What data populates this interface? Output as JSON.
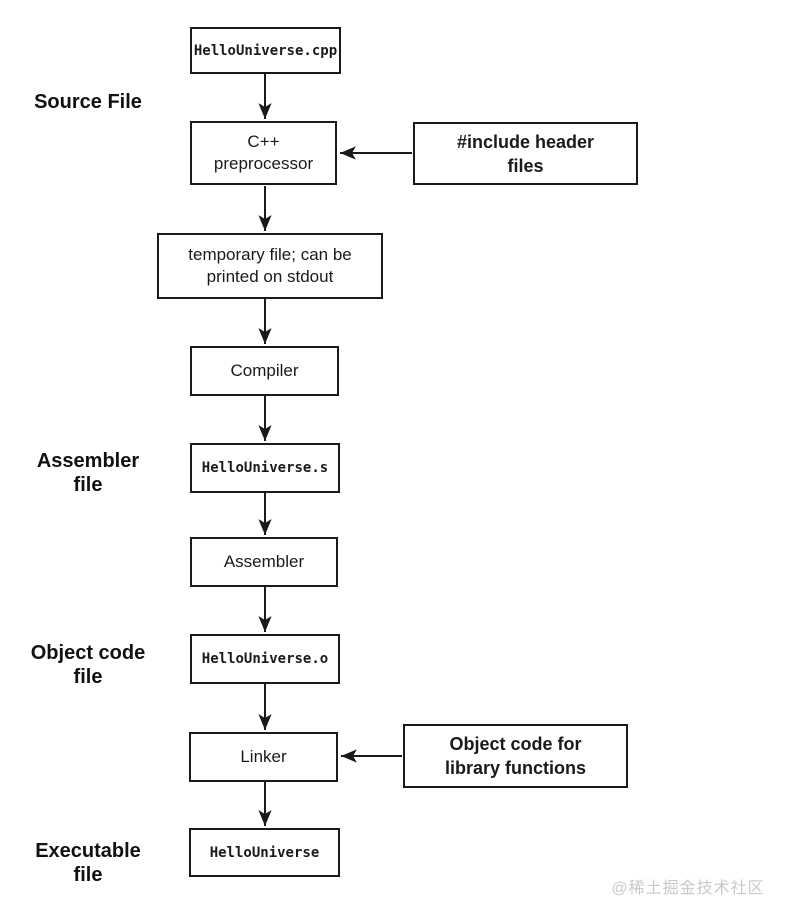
{
  "diagram": {
    "type": "flowchart",
    "topic": "C++ compilation pipeline",
    "ink_color": "#1a1a1a",
    "background_color": "#ffffff",
    "nodes": {
      "source_cpp": "HelloUniverse.cpp",
      "preprocessor": "C++\npreprocessor",
      "temp_file": "temporary file; can be\nprinted on stdout",
      "compiler": "Compiler",
      "assembler_s": "HelloUniverse.s",
      "assembler": "Assembler",
      "object_o": "HelloUniverse.o",
      "linker": "Linker",
      "executable": "HelloUniverse"
    },
    "callouts": {
      "include_headers": "#include header\nfiles",
      "object_library": "Object code for\nlibrary functions"
    },
    "stage_labels": {
      "source_file": "Source File",
      "assembler_file": "Assembler\nfile",
      "object_code_file": "Object code\nfile",
      "executable_file": "Executable\nfile"
    },
    "edges": [
      "source_cpp -> preprocessor",
      "include_headers -> preprocessor",
      "preprocessor -> temp_file",
      "temp_file -> compiler",
      "compiler -> assembler_s",
      "assembler_s -> assembler",
      "assembler -> object_o",
      "object_o -> linker",
      "object_library -> linker",
      "linker -> executable"
    ]
  },
  "watermark": {
    "text": "@稀土掘金技术社区",
    "color": "#c9c9c9"
  }
}
